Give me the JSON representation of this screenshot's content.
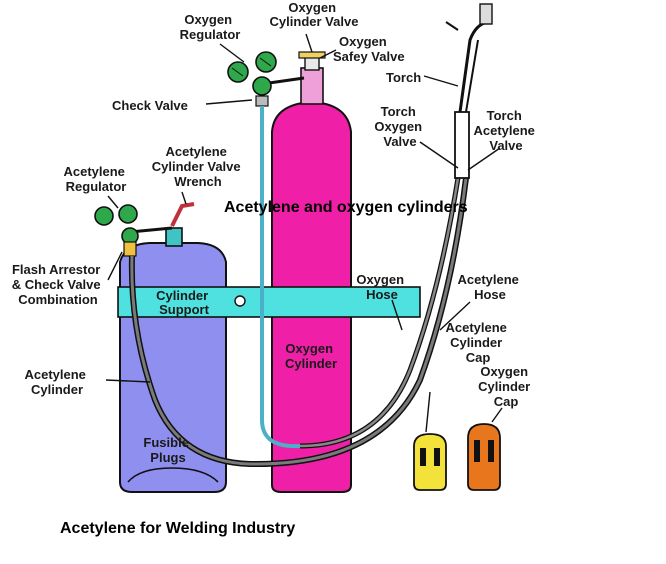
{
  "heading": {
    "top": "Acetylene and oxygen cylinders",
    "bottom": "Acetylene for Welding Industry"
  },
  "labels": {
    "oxygen_regulator": [
      "Oxygen",
      "Regulator"
    ],
    "oxygen_cylinder_valve": [
      "Oxygen",
      "Cylinder Valve"
    ],
    "oxygen_safety_valve": [
      "Oxygen",
      "Safey Valve"
    ],
    "check_valve": [
      "Check Valve"
    ],
    "torch": [
      "Torch"
    ],
    "torch_oxygen_valve": [
      "Torch",
      "Oxygen",
      "Valve"
    ],
    "torch_acetylene_valve": [
      "Torch",
      "Acetylene",
      "Valve"
    ],
    "acetylene_regulator": [
      "Acetylene",
      "Regulator"
    ],
    "acetylene_cylinder_valve_wrench": [
      "Acetylene",
      "Cylinder Valve",
      "Wrench"
    ],
    "flash_arrestor": [
      "Flash Arrestor",
      "& Check Valve",
      "Combination"
    ],
    "cylinder_support": [
      "Cylinder",
      "Support"
    ],
    "oxygen_hose": [
      "Oxygen",
      "Hose"
    ],
    "acetylene_hose": [
      "Acetylene",
      "Hose"
    ],
    "oxygen_cylinder": [
      "Oxygen",
      "Cylinder"
    ],
    "acetylene_cylinder": [
      "Acetylene",
      "Cylinder"
    ],
    "acetylene_cylinder_cap": [
      "Acetylene",
      "Cylinder",
      "Cap"
    ],
    "oxygen_cylinder_cap": [
      "Oxygen",
      "Cylinder",
      "Cap"
    ],
    "fusible_plugs": [
      "Fusible",
      "Plugs"
    ]
  },
  "colors": {
    "acetylene_cylinder": "#8f8ff0",
    "oxygen_cylinder": "#ef1fa8",
    "cylinder_support": "#4fe0e0",
    "gauge": "#2ea84a",
    "acetylene_cap": "#f2e23a",
    "oxygen_cap": "#e8761c",
    "hose": "#5a5a5a",
    "oxygen_line": "#4bb0c8"
  }
}
